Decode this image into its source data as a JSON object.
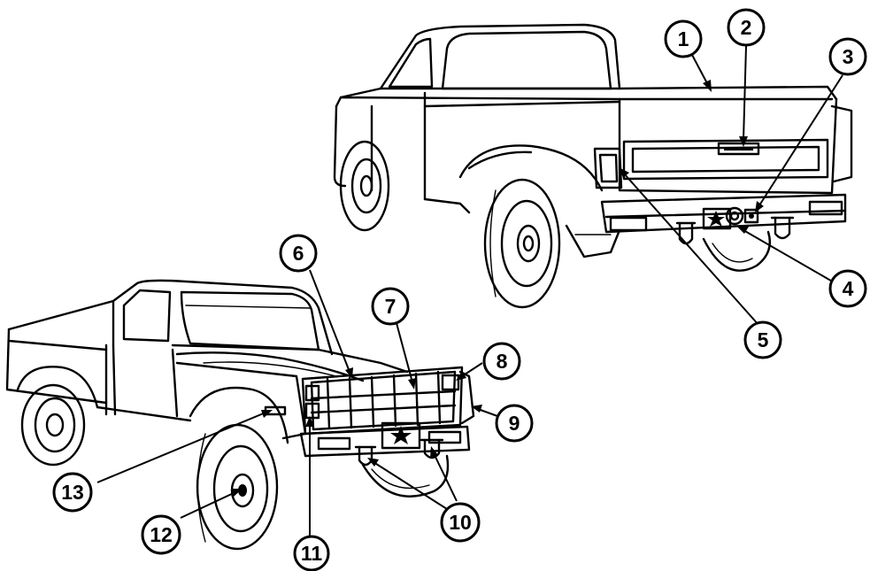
{
  "figure": {
    "callouts": [
      {
        "id": "callout-1",
        "label": "1"
      },
      {
        "id": "callout-2",
        "label": "2"
      },
      {
        "id": "callout-3",
        "label": "3"
      },
      {
        "id": "callout-4",
        "label": "4"
      },
      {
        "id": "callout-5",
        "label": "5"
      },
      {
        "id": "callout-6",
        "label": "6"
      },
      {
        "id": "callout-7",
        "label": "7"
      },
      {
        "id": "callout-8",
        "label": "8"
      },
      {
        "id": "callout-9",
        "label": "9"
      },
      {
        "id": "callout-10",
        "label": "10"
      },
      {
        "id": "callout-11",
        "label": "11"
      },
      {
        "id": "callout-12",
        "label": "12"
      },
      {
        "id": "callout-13",
        "label": "13"
      }
    ],
    "emblems": [
      "star-icon",
      "star-icon"
    ],
    "colors": {
      "ink": "#000000",
      "paper": "#ffffff"
    }
  }
}
